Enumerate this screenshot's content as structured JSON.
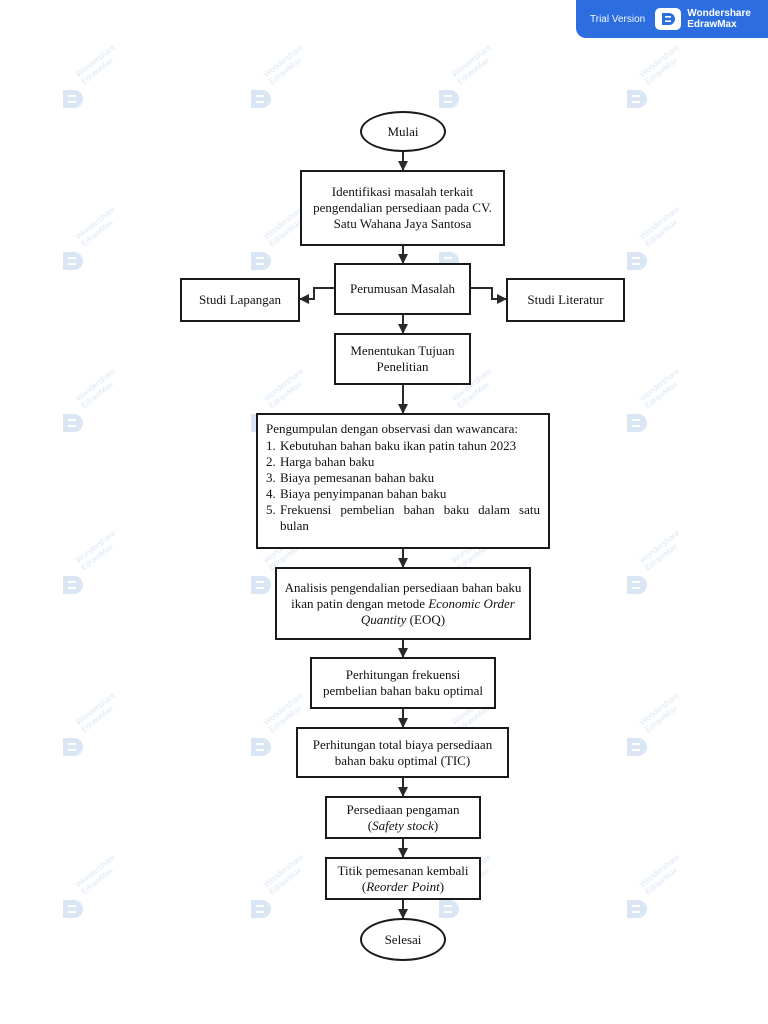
{
  "banner": {
    "trial_label": "Trial Version",
    "brand_line1": "Wondershare",
    "brand_line2": "EdrawMax"
  },
  "watermark": {
    "line1": "Wondershare",
    "line2": "EdrawMax"
  },
  "colors": {
    "banner_bg": "#2c6ee0",
    "watermark": "#aec9e6",
    "stroke": "#1a1a1a"
  },
  "flowchart": {
    "start": "Mulai",
    "identify": "Identifikasi masalah terkait pengendalian persediaan pada CV. Satu Wahana Jaya Santosa",
    "formulate": "Perumusan Masalah",
    "field_study": "Studi Lapangan",
    "literature_study": "Studi Literatur",
    "objective_line1": "Menentukan Tujuan",
    "objective_line2": "Penelitian",
    "collection": {
      "heading": "Pengumpulan dengan observasi dan wawancara:",
      "items": [
        {
          "num": "1.",
          "text": "Kebutuhan bahan baku ikan patin tahun 2023"
        },
        {
          "num": "2.",
          "text": "Harga bahan baku"
        },
        {
          "num": "3.",
          "text": "Biaya pemesanan bahan baku"
        },
        {
          "num": "4.",
          "text": "Biaya penyimpanan bahan baku"
        },
        {
          "num": "5.",
          "text": "Frekuensi pembelian bahan baku dalam satu bulan"
        }
      ]
    },
    "analysis_prefix": "Analisis pengendalian persediaan bahan baku ikan patin dengan metode ",
    "analysis_italic": "Economic Order Quantity",
    "analysis_suffix": " (EOQ)",
    "frequency_line1": "Perhitungan frekuensi",
    "frequency_line2": "pembelian bahan baku optimal",
    "tic_line1": "Perhitungan total biaya persediaan",
    "tic_line2": "bahan baku optimal (TIC)",
    "safety_line1": "Persediaan pengaman",
    "safety_open": "(",
    "safety_italic": "Safety stock",
    "safety_close": ")",
    "reorder_line1": "Titik pemesanan kembali",
    "reorder_open": "(",
    "reorder_italic": "Reorder Point",
    "reorder_close": ")",
    "end": "Selesai"
  }
}
